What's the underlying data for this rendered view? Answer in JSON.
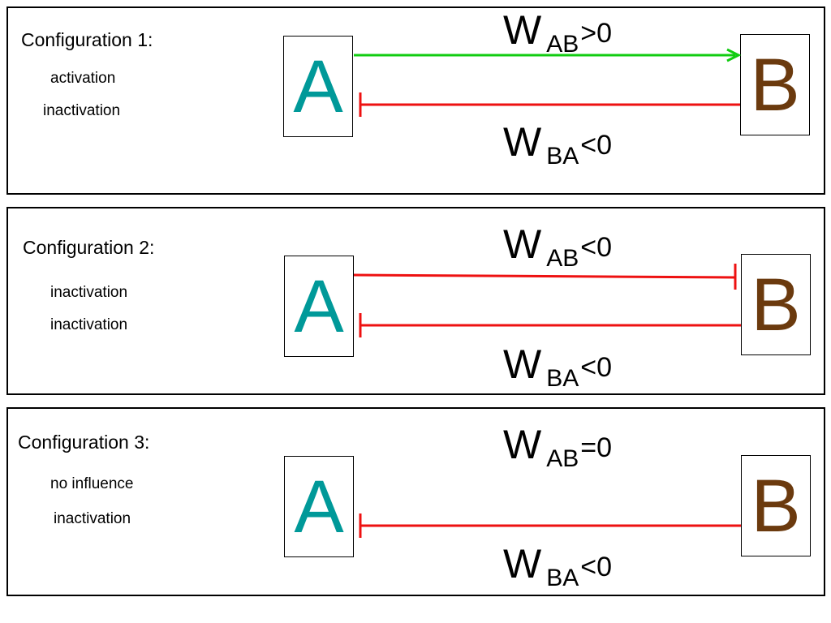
{
  "configurations": [
    {
      "title": "Configuration 1:",
      "line1": "activation",
      "line2": "inactivation",
      "node_a": "A",
      "node_b": "B",
      "w_ab": {
        "symbol": "W",
        "subscript": "AB",
        "relation": ">0"
      },
      "w_ba": {
        "symbol": "W",
        "subscript": "BA",
        "relation": "<0"
      },
      "edge_ab": "activation",
      "edge_ba": "inactivation"
    },
    {
      "title": "Configuration 2:",
      "line1": "inactivation",
      "line2": "inactivation",
      "node_a": "A",
      "node_b": "B",
      "w_ab": {
        "symbol": "W",
        "subscript": "AB",
        "relation": "<0"
      },
      "w_ba": {
        "symbol": "W",
        "subscript": "BA",
        "relation": "<0"
      },
      "edge_ab": "inactivation",
      "edge_ba": "inactivation"
    },
    {
      "title": "Configuration 3:",
      "line1": "no influence",
      "line2": "inactivation",
      "node_a": "A",
      "node_b": "B",
      "w_ab": {
        "symbol": "W",
        "subscript": "AB",
        "relation": "=0"
      },
      "w_ba": {
        "symbol": "W",
        "subscript": "BA",
        "relation": "<0"
      },
      "edge_ab": "none",
      "edge_ba": "inactivation"
    }
  ],
  "colors": {
    "activation": "#11cc11",
    "inactivation": "#ee1111",
    "node_a": "#009999",
    "node_b": "#6b3a0e"
  }
}
